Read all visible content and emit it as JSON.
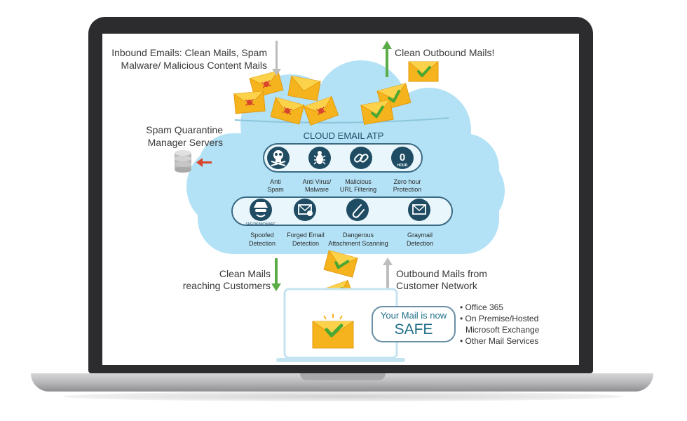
{
  "labels": {
    "inbound_line1": "Inbound Emails: Clean Mails, Spam",
    "inbound_line2": "Malware/ Malicious Content Mails",
    "clean_outbound": "Clean Outbound Mails!",
    "spam_line1": "Spam Quarantine",
    "spam_line2": "Manager Servers",
    "clean_reach_line1": "Clean Mails",
    "clean_reach_line2": "reaching Customers",
    "outbound_from_line1": "Outbound Mails from",
    "outbound_from_line2": "Customer Network"
  },
  "cloud": {
    "title": "CLOUD EMAIL ATP"
  },
  "features_row1": [
    {
      "icon": "skull-icon",
      "line1": "Anti",
      "line2": "Spam"
    },
    {
      "icon": "bug-icon",
      "line1": "Anti Virus/",
      "line2": "Malware"
    },
    {
      "icon": "link-icon",
      "line1": "Malicious",
      "line2": "URL Filtering"
    },
    {
      "icon": "zero-hour-icon",
      "icon_text": "0",
      "icon_sub": "HOUR",
      "line1": "Zero hour",
      "line2": "Protection"
    }
  ],
  "features_row2": [
    {
      "icon": "spy-icon",
      "icon_caption": "SPF/DKIM/DMARC",
      "line1": "Spoofed",
      "line2": "Detection"
    },
    {
      "icon": "forged-mail-icon",
      "line1": "Forged Email",
      "line2": "Detection"
    },
    {
      "icon": "paperclip-icon",
      "line1": "Dangerous",
      "line2": "Attachment Scanning"
    },
    {
      "icon": "envelope-icon",
      "line1": "Graymail",
      "line2": "Detection"
    }
  ],
  "bubble": {
    "line1": "Your Mail is now",
    "line2": "SAFE"
  },
  "services": [
    "Office 365",
    "On Premise/Hosted",
    "Microsoft Exchange",
    "Other Mail Services"
  ],
  "colors": {
    "cloud": "#b3e2f6",
    "pill_border": "#3a6a84",
    "icon_fill": "#1f4c63",
    "envelope": "#f5b41d",
    "check": "#4aa832",
    "green_arrow": "#5aac46",
    "red_arrow": "#d8452c",
    "grey_arrow": "#bdbdbd"
  }
}
